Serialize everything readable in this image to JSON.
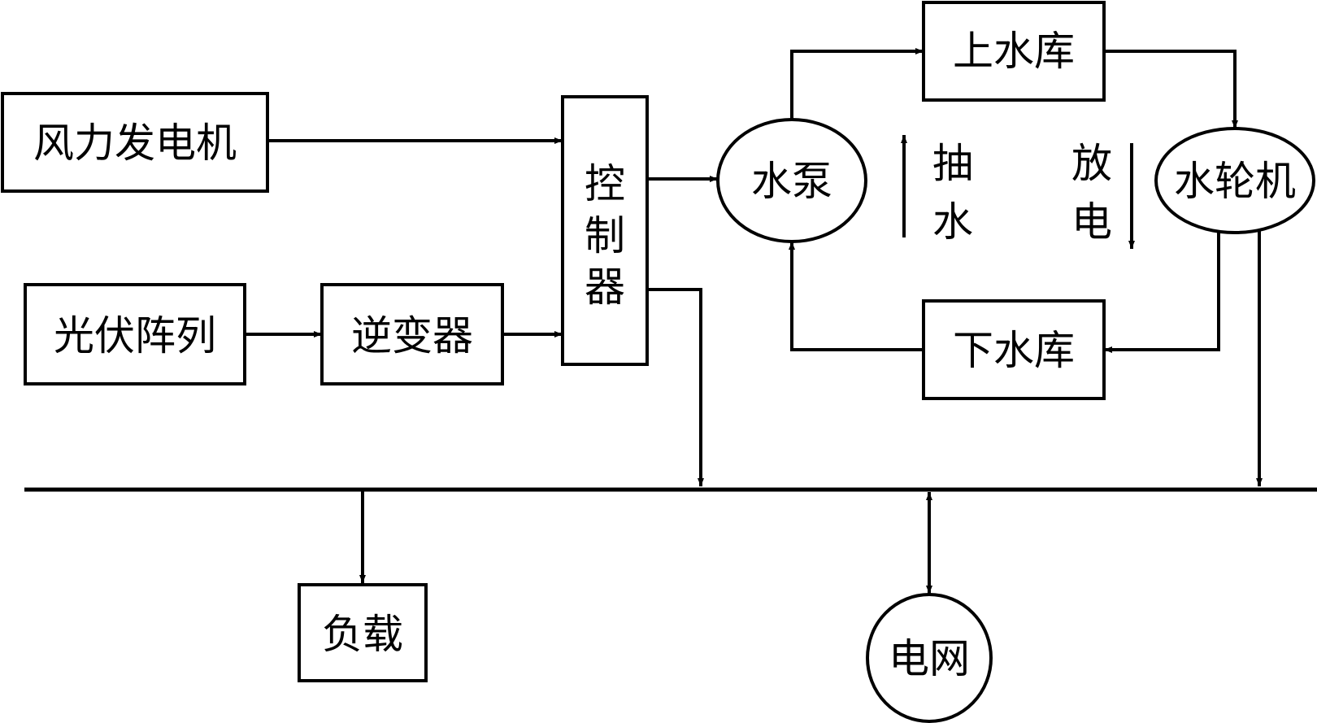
{
  "diagram": {
    "type": "block-flow",
    "colors": {
      "stroke": "#000000",
      "background": "#ffffff"
    },
    "nodes": {
      "wind_generator": "风力发电机",
      "pv_array": "光伏阵列",
      "inverter": "逆变器",
      "controller": [
        "控",
        "制",
        "器"
      ],
      "water_pump": "水泵",
      "upper_reservoir": "上水库",
      "lower_reservoir": "下水库",
      "water_turbine": "水轮机",
      "load": "负载",
      "grid": "电网"
    },
    "annotations": {
      "pumping": [
        "抽",
        "水"
      ],
      "discharging": [
        "放",
        "电"
      ]
    },
    "edges": [
      {
        "from": "wind_generator",
        "to": "controller"
      },
      {
        "from": "pv_array",
        "to": "inverter"
      },
      {
        "from": "inverter",
        "to": "controller"
      },
      {
        "from": "controller",
        "to": "water_pump"
      },
      {
        "from": "controller",
        "to": "bus"
      },
      {
        "from": "water_pump",
        "to": "upper_reservoir"
      },
      {
        "from": "upper_reservoir",
        "to": "water_turbine"
      },
      {
        "from": "water_turbine",
        "to": "lower_reservoir"
      },
      {
        "from": "lower_reservoir",
        "to": "water_pump"
      },
      {
        "from": "water_turbine",
        "to": "bus"
      },
      {
        "from": "bus",
        "to": "load"
      },
      {
        "from": "bus",
        "to": "grid",
        "bidirectional": true
      }
    ]
  }
}
